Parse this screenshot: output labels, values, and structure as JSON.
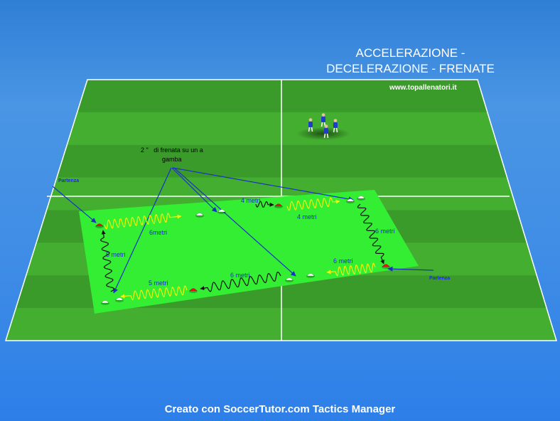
{
  "title": {
    "line1": "ACCELERAZIONE -",
    "line2": "DECELERAZIONE - FRENATE"
  },
  "website": "www.topallenatori.it",
  "credit": "Creato con SoccerTutor.com Tactics Manager",
  "annotations": {
    "braking_note_line1": "2 \"   di frenata su un a",
    "braking_note_line2": "gamba",
    "start_label_left": "Partenza",
    "start_label_right": "Partenza",
    "distance_6m_top_left": "6metri",
    "distance_4m_top_upper": "4 metri",
    "distance_4m_top_lower": "4 metri",
    "distance_6m_right": "6 metri",
    "distance_6m_bottom_right": "6 metri",
    "distance_6m_bottom_mid": "6 metri",
    "distance_5m_bottom_left": "5 metri",
    "distance_5m_left": "5 metri"
  },
  "colors": {
    "pitch_dark": "#3a9b2a",
    "pitch_light": "#44ae30",
    "area_green": "#33ee33",
    "arrow_blue": "#1a2fc8",
    "accel_yellow": "#f2f20a",
    "decel_black": "#111111",
    "cone_red": "#e21616",
    "cone_white": "#ffffff",
    "player_blue": "#1e3ec8"
  }
}
